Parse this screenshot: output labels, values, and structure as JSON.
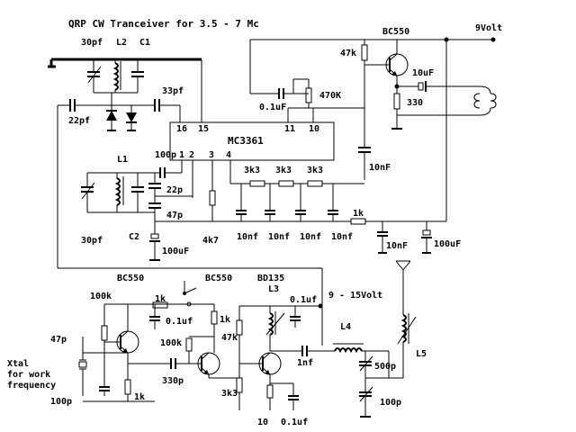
{
  "title": "QRP CW Tranceiver for 3.5 - 7 Mc",
  "ic": {
    "name": "MC3361",
    "pins": [
      "16",
      "15",
      "1",
      "2",
      "3",
      "4",
      "11",
      "10"
    ]
  },
  "supply_9v": "9Volt",
  "supply_9_15v": "9 - 15Volt",
  "xtal": [
    "Xtal",
    "for work",
    "frequency"
  ],
  "labels": {
    "c30pf_top": "30pf",
    "l2": "L2",
    "c1": "C1",
    "c22pf": "22pf",
    "c33pf": "33pf",
    "r47k_top": "47k",
    "bc550_top": "BC550",
    "c10uf": "10uF",
    "c01uf_top": "0.1uF",
    "r470k": "470K",
    "r330": "330",
    "c10nf_right": "10nF",
    "c100p_ic": "100p",
    "l1": "L1",
    "r3k3_1": "3k3",
    "r3k3_2": "3k3",
    "r3k3_3": "3k3",
    "c22p": "22p",
    "c47p": "47p",
    "c30pf_bot": "30pf",
    "c2": "C2",
    "c100uf_left": "100uF",
    "r4k7": "4k7",
    "c10nf_1": "10nf",
    "c10nf_2": "10nf",
    "c10nf_3": "10nf",
    "c10nf_4": "10nf",
    "r1k_out": "1k",
    "c10nf_out": "10nF",
    "c100uf_right": "100uF",
    "bc550_osc": "BC550",
    "bc550_buf": "BC550",
    "bd135": "BD135",
    "l3": "L3",
    "r100k_osc": "100k",
    "r1k_top": "1k",
    "c01uf_mid": "0.1uf",
    "r1k_buf": "1k",
    "r100k_buf": "100k",
    "r47k_pa": "47k",
    "c01uf_pa": "0.1uf",
    "l4": "L4",
    "c1nf": "1nf",
    "c500p": "500p",
    "l5": "L5",
    "c47p_osc": "47p",
    "c330p": "330p",
    "r1k_osc": "1k",
    "r3k3_pa": "3k3",
    "c100p_out": "100p",
    "c100p_xtal": "100p",
    "r10": "10",
    "c01uf_bot": "0.1uf"
  }
}
